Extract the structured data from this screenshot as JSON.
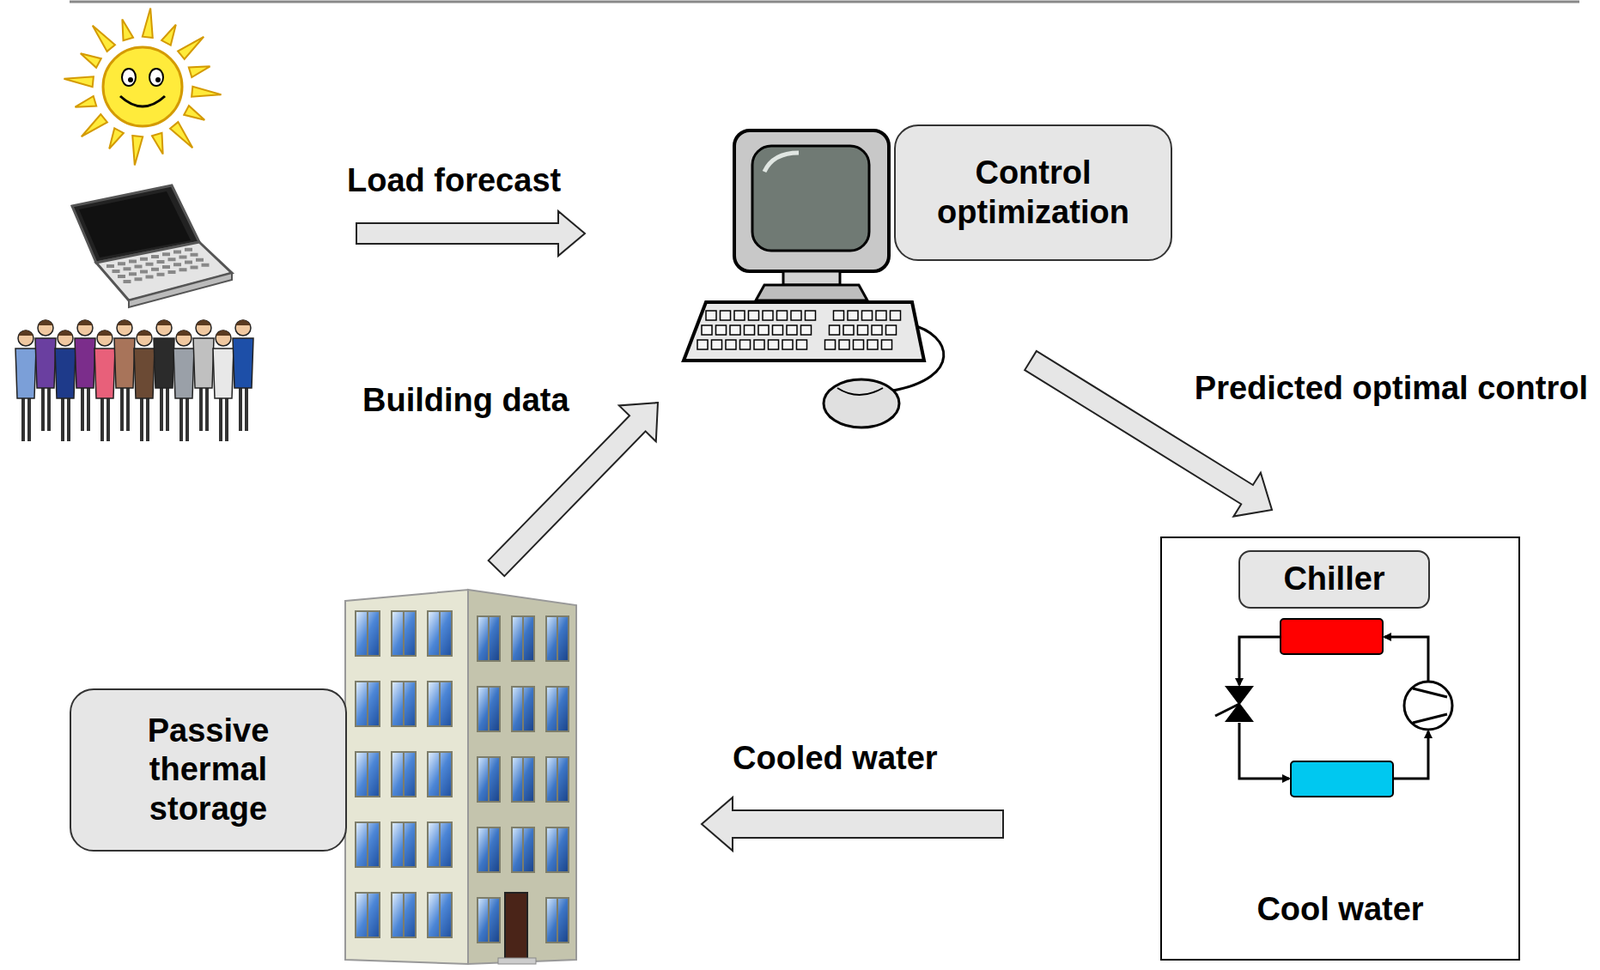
{
  "diagram": {
    "nodes": [
      {
        "text": [
          "Control optimization"
        ]
      },
      {
        "text": [
          "Cool water"
        ]
      },
      {
        "text": [
          "Chiller"
        ],
        "in": 1
      },
      {
        "text": [
          "Passive thermal storage"
        ]
      }
    ],
    "edges": [
      {
        "from": 0,
        "to": 1,
        "label": "Predicted optimal control",
        "arrow": "to"
      },
      {
        "from": 1,
        "to": 3,
        "label": "Cooled water",
        "arrow": "to"
      },
      {
        "from": 3,
        "to": 0,
        "label": "Building data",
        "arrow": "to"
      }
    ],
    "labels": [
      "Load forecast"
    ]
  }
}
